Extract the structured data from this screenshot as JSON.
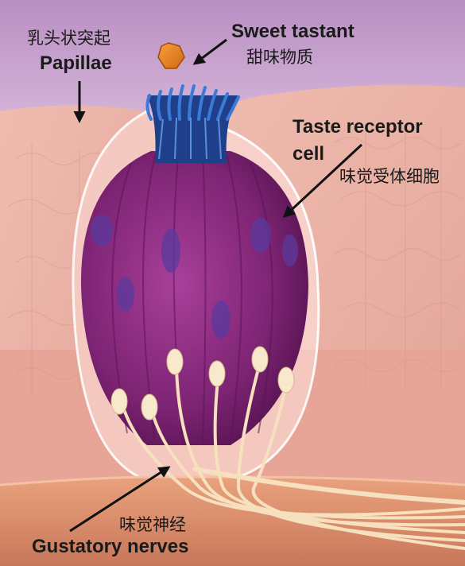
{
  "labels": {
    "papillae_zh": "乳头状突起",
    "papillae_en": "Papillae",
    "sweet_en": "Sweet tastant",
    "sweet_zh": "甜味物质",
    "receptor_en_line1": "Taste receptor",
    "receptor_en_line2": "cell",
    "receptor_zh": "味觉受体细胞",
    "nerves_zh": "味觉神经",
    "nerves_en": "Gustatory nerves"
  },
  "colors": {
    "sky": "#c9a6cf",
    "tissue": "#eab1a6",
    "cell_body": "#8a2a7e",
    "cilia": "#2f5fb4",
    "tastant": "#e87a1e",
    "nerve": "#f3dcb8",
    "base_layer": "#d98f6c"
  }
}
